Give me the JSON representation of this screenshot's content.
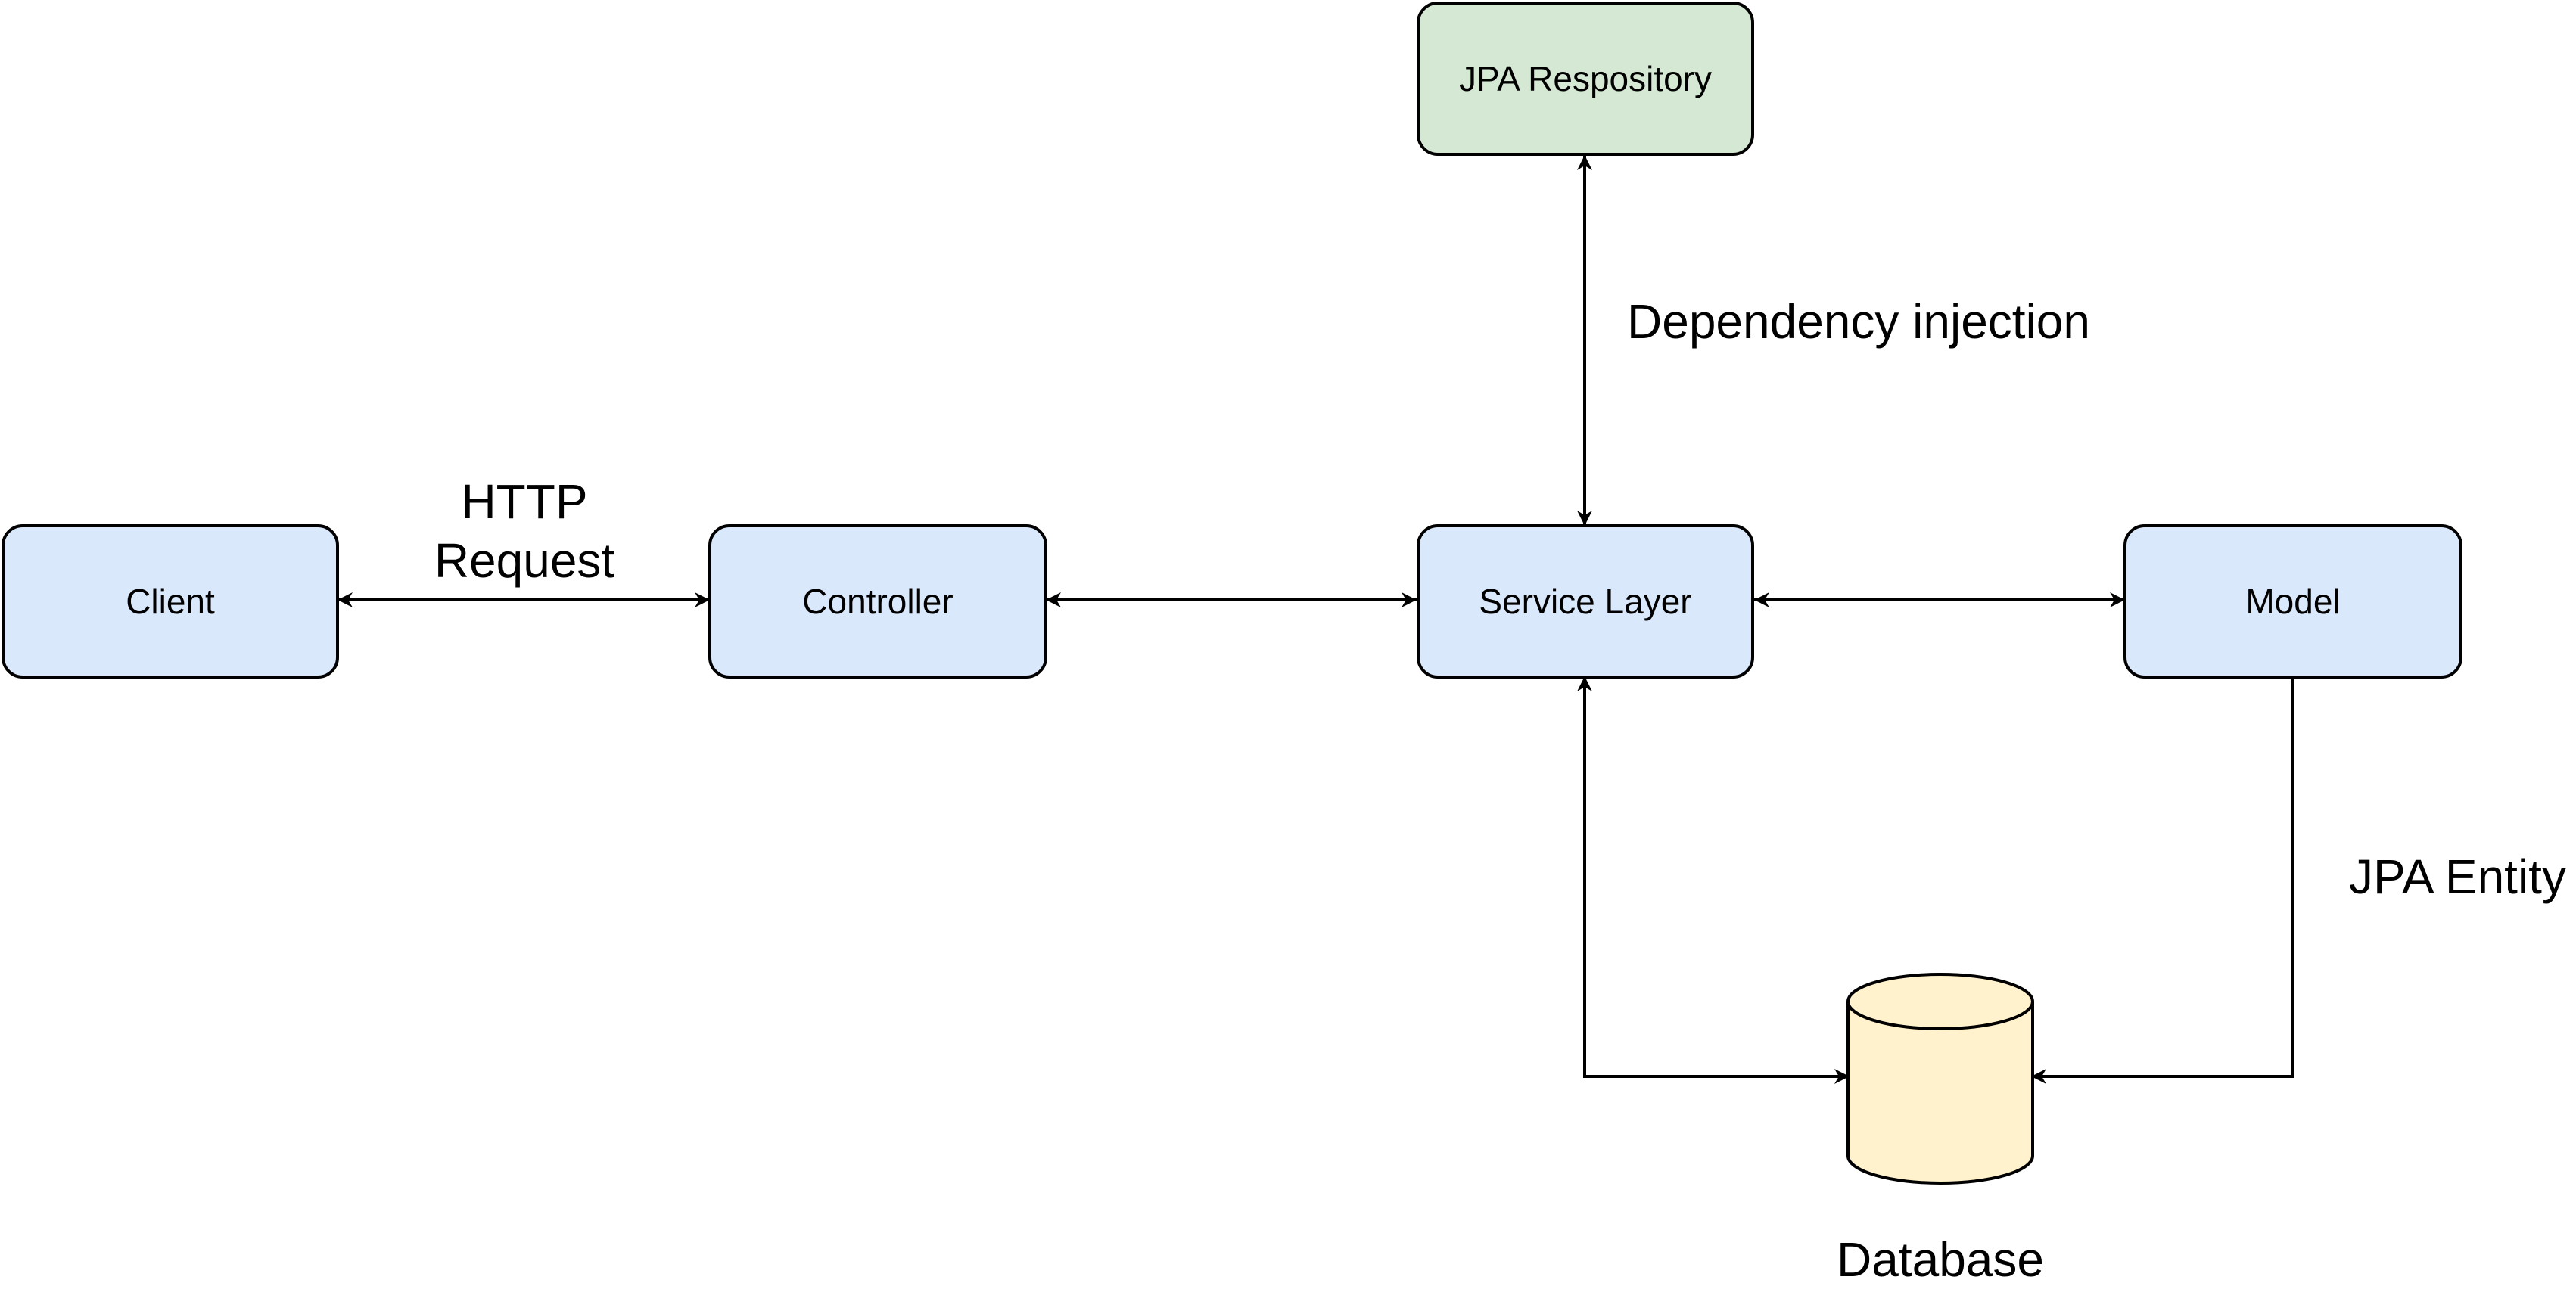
{
  "nodes": {
    "jpa_repository": "JPA Respository",
    "client": "Client",
    "controller": "Controller",
    "service_layer": "Service Layer",
    "model": "Model",
    "database": "Database"
  },
  "edge_labels": {
    "http_line1": "HTTP",
    "http_line2": "Request",
    "dependency_injection": "Dependency injection",
    "jpa_entity": "JPA Entity"
  },
  "colors": {
    "blue_fill": "#dae8fc",
    "green_fill": "#d5e8d4",
    "database_fill": "#fff2cc",
    "stroke": "#000000"
  }
}
